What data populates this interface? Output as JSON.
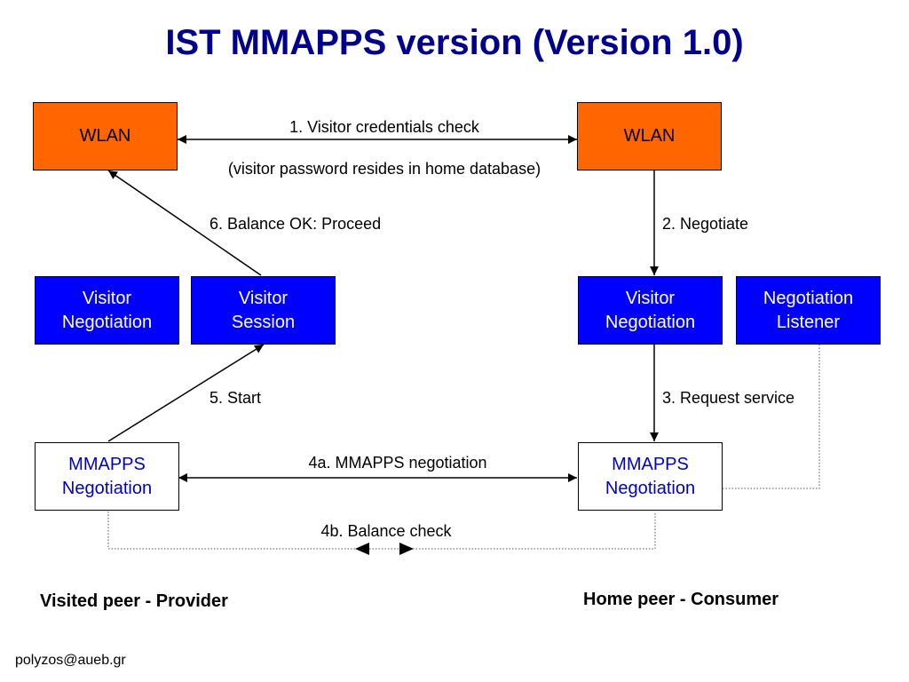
{
  "title": "IST MMAPPS version (Version 1.0)",
  "nodes": {
    "wlan_left": "WLAN",
    "wlan_right": "WLAN",
    "visitor_negotiation_left": "Visitor\nNegotiation",
    "visitor_session": "Visitor\nSession",
    "visitor_negotiation_right": "Visitor\nNegotiation",
    "negotiation_listener": "Negotiation\nListener",
    "mmapps_negotiation_left": "MMAPPS\nNegotiation",
    "mmapps_negotiation_right": "MMAPPS\nNegotiation"
  },
  "edges": {
    "step_1": "1. Visitor credentials check",
    "step_1_note": "(visitor password resides in home database)",
    "step_2": "2. Negotiate",
    "step_3": "3. Request service",
    "step_4a": "4a. MMAPPS negotiation",
    "step_4b": "4b. Balance check",
    "step_5": "5. Start",
    "step_6": "6. Balance OK: Proceed"
  },
  "peers": {
    "provider": "Visited peer - Provider",
    "consumer": "Home peer - Consumer"
  },
  "footer": {
    "email": "polyzos@aueb.gr"
  },
  "colors": {
    "title": "#00008b",
    "wlan_fill": "#ff6600",
    "blue_fill": "#0000ff",
    "white_text": "#0000cc"
  }
}
